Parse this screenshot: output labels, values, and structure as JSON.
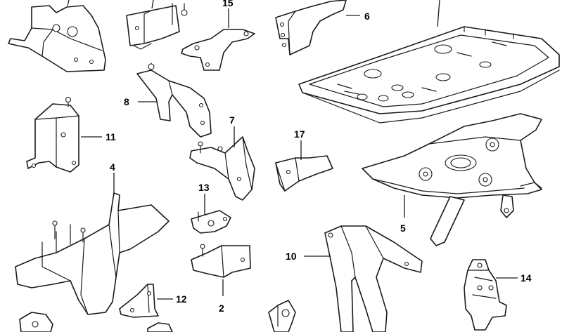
{
  "diagram": {
    "callouts": {
      "c15": "15",
      "c6": "6",
      "c8": "8",
      "c11": "11",
      "c7": "7",
      "c17": "17",
      "c4": "4",
      "c13": "13",
      "c5": "5",
      "c10": "10",
      "c14": "14",
      "c12": "12",
      "c2": "2"
    }
  }
}
